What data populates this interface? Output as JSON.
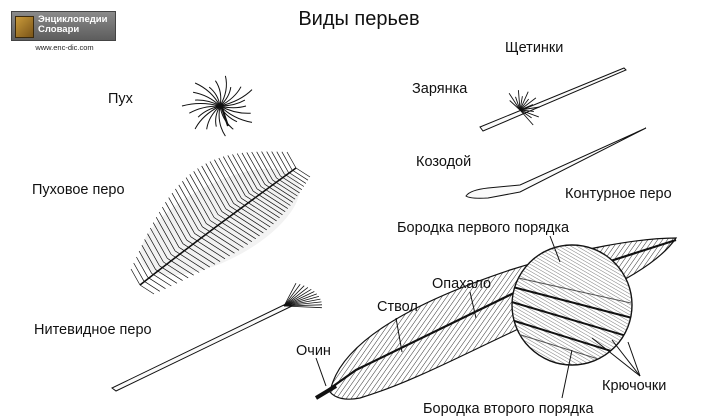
{
  "title": "Виды перьев",
  "logo": {
    "line1": "Энциклопедии",
    "line2": "Словари",
    "url": "www.enc-dic.com"
  },
  "labels": {
    "down": "Пух",
    "down_feather": "Пуховое перо",
    "filoplume": "Нитевидное перо",
    "bristles": "Щетинки",
    "robin": "Зарянка",
    "nightjar": "Козодой",
    "contour": "Контурное перо",
    "barb_first": "Бородка первого порядка",
    "vane": "Опахало",
    "shaft": "Ствол",
    "calamus": "Очин",
    "hooks": "Крючочки",
    "barb_second": "Бородка второго порядка"
  },
  "colors": {
    "ink": "#111111",
    "background": "#ffffff"
  }
}
